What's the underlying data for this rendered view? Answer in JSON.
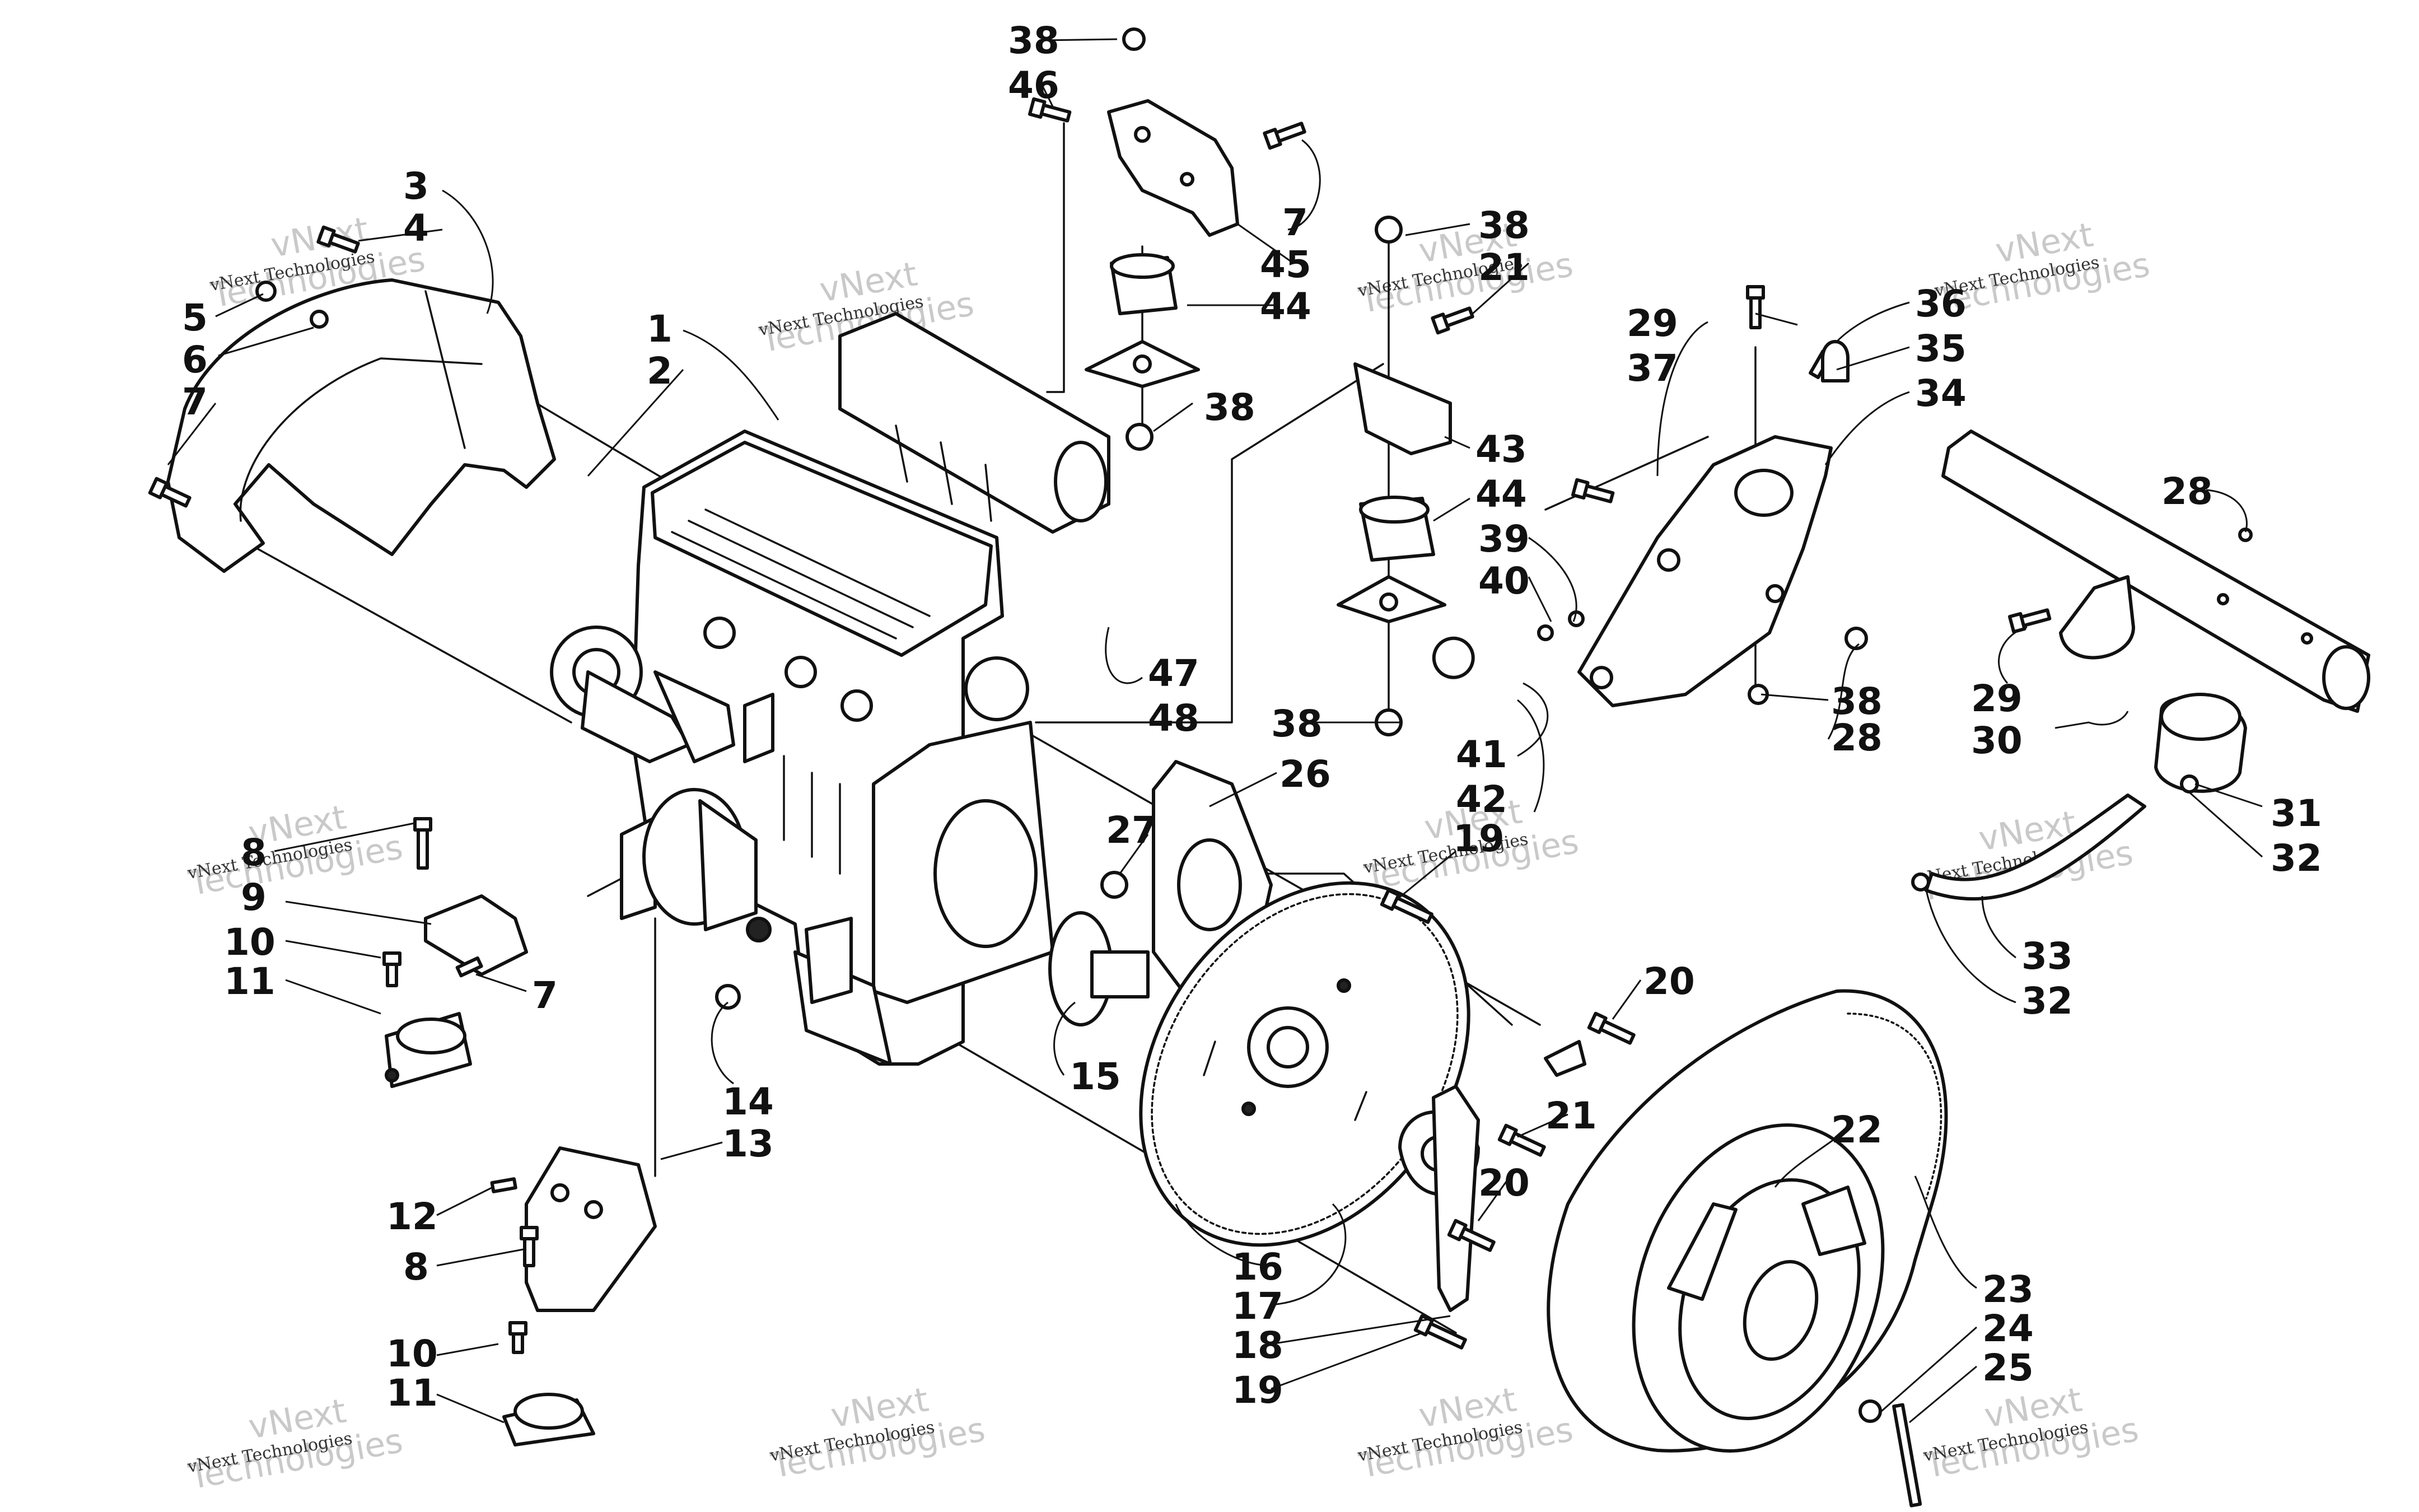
{
  "diagram": {
    "labels": [
      {
        "id": "l38a",
        "text": "38"
      },
      {
        "id": "l46",
        "text": "46"
      },
      {
        "id": "l7a",
        "text": "7"
      },
      {
        "id": "l45",
        "text": "45"
      },
      {
        "id": "l44a",
        "text": "44"
      },
      {
        "id": "l38b",
        "text": "38"
      },
      {
        "id": "l3",
        "text": "3"
      },
      {
        "id": "l4",
        "text": "4"
      },
      {
        "id": "l5",
        "text": "5"
      },
      {
        "id": "l6",
        "text": "6"
      },
      {
        "id": "l7b",
        "text": "7"
      },
      {
        "id": "l1",
        "text": "1"
      },
      {
        "id": "l2",
        "text": "2"
      },
      {
        "id": "l38c",
        "text": "38"
      },
      {
        "id": "l21a",
        "text": "21"
      },
      {
        "id": "l43",
        "text": "43"
      },
      {
        "id": "l44b",
        "text": "44"
      },
      {
        "id": "l39",
        "text": "39"
      },
      {
        "id": "l40",
        "text": "40"
      },
      {
        "id": "l47",
        "text": "47"
      },
      {
        "id": "l48",
        "text": "48"
      },
      {
        "id": "l38d",
        "text": "38"
      },
      {
        "id": "l41",
        "text": "41"
      },
      {
        "id": "l42",
        "text": "42"
      },
      {
        "id": "l29a",
        "text": "29"
      },
      {
        "id": "l37",
        "text": "37"
      },
      {
        "id": "l36",
        "text": "36"
      },
      {
        "id": "l35",
        "text": "35"
      },
      {
        "id": "l34",
        "text": "34"
      },
      {
        "id": "l28a",
        "text": "28"
      },
      {
        "id": "l38e",
        "text": "38"
      },
      {
        "id": "l28b",
        "text": "28"
      },
      {
        "id": "l29b",
        "text": "29"
      },
      {
        "id": "l30",
        "text": "30"
      },
      {
        "id": "l31",
        "text": "31"
      },
      {
        "id": "l32a",
        "text": "32"
      },
      {
        "id": "l33",
        "text": "33"
      },
      {
        "id": "l32b",
        "text": "32"
      },
      {
        "id": "l26",
        "text": "26"
      },
      {
        "id": "l27",
        "text": "27"
      },
      {
        "id": "l19a",
        "text": "19"
      },
      {
        "id": "l20a",
        "text": "20"
      },
      {
        "id": "l8a",
        "text": "8"
      },
      {
        "id": "l9",
        "text": "9"
      },
      {
        "id": "l10a",
        "text": "10"
      },
      {
        "id": "l11a",
        "text": "11"
      },
      {
        "id": "l7c",
        "text": "7"
      },
      {
        "id": "l14",
        "text": "14"
      },
      {
        "id": "l13",
        "text": "13"
      },
      {
        "id": "l15",
        "text": "15"
      },
      {
        "id": "l21b",
        "text": "21"
      },
      {
        "id": "l22",
        "text": "22"
      },
      {
        "id": "l20b",
        "text": "20"
      },
      {
        "id": "l12",
        "text": "12"
      },
      {
        "id": "l8b",
        "text": "8"
      },
      {
        "id": "l16",
        "text": "16"
      },
      {
        "id": "l17",
        "text": "17"
      },
      {
        "id": "l18",
        "text": "18"
      },
      {
        "id": "l19b",
        "text": "19"
      },
      {
        "id": "l23",
        "text": "23"
      },
      {
        "id": "l24",
        "text": "24"
      },
      {
        "id": "l25",
        "text": "25"
      },
      {
        "id": "l10b",
        "text": "10"
      },
      {
        "id": "l11b",
        "text": "11"
      }
    ]
  },
  "watermark": {
    "line1": "vNext Technologies",
    "line2": "vNext",
    "line3": "Technologies"
  }
}
